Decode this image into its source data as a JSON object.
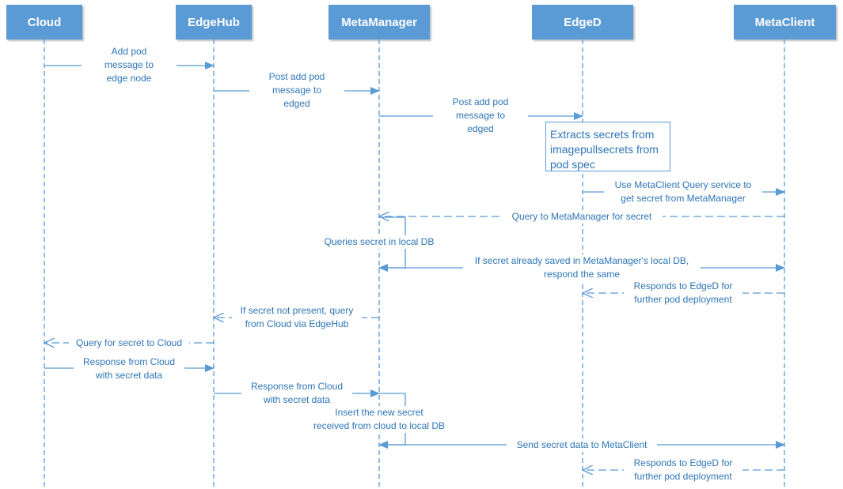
{
  "participants": [
    "Cloud",
    "EdgeHub",
    "MetaManager",
    "EdgeD",
    "MetaClient"
  ],
  "colors": {
    "participant_fill": "#5b9bd5",
    "line": "#5b9bd5",
    "text": "#2e75b6"
  },
  "note": [
    "Extracts secrets from",
    "imagepullsecrets from",
    "pod spec"
  ],
  "messages": [
    {
      "from": "Cloud",
      "to": "EdgeHub",
      "style": "solid",
      "text": [
        "Add pod",
        "message to",
        "edge node"
      ]
    },
    {
      "from": "EdgeHub",
      "to": "MetaManager",
      "style": "solid",
      "text": [
        "Post add pod",
        "message to",
        "edged"
      ]
    },
    {
      "from": "MetaManager",
      "to": "EdgeD",
      "style": "solid",
      "text": [
        "Post add pod",
        "message to",
        "edged"
      ]
    },
    {
      "from": "EdgeD",
      "to": "MetaClient",
      "style": "solid",
      "text": [
        "Use MetaClient Query service to",
        "get secret from MetaManager"
      ]
    },
    {
      "from": "MetaClient",
      "to": "MetaManager",
      "style": "dashed",
      "text": [
        "Query to MetaManager for secret"
      ]
    },
    {
      "from": "MetaManager",
      "to": "MetaManager",
      "style": "solid",
      "text": [
        "Queries secret in local DB"
      ]
    },
    {
      "from": "MetaManager",
      "to": "MetaClient",
      "style": "solid",
      "text": [
        "If secret already saved in MetaManager's local DB,",
        "respond the same"
      ]
    },
    {
      "from": "MetaClient",
      "to": "EdgeD",
      "style": "dashed",
      "text": [
        "Responds to EdgeD for",
        "further pod deployment"
      ]
    },
    {
      "from": "MetaManager",
      "to": "EdgeHub",
      "style": "dashed",
      "text": [
        "If secret not present, query",
        "from Cloud via EdgeHub"
      ]
    },
    {
      "from": "EdgeHub",
      "to": "Cloud",
      "style": "dashed",
      "text": [
        "Query for secret to Cloud"
      ]
    },
    {
      "from": "Cloud",
      "to": "EdgeHub",
      "style": "solid",
      "text": [
        "Response from Cloud",
        "with secret data"
      ]
    },
    {
      "from": "EdgeHub",
      "to": "MetaManager",
      "style": "solid",
      "text": [
        "Response from Cloud",
        "with secret data"
      ]
    },
    {
      "from": "MetaManager",
      "to": "MetaManager",
      "style": "solid",
      "text": [
        "Insert the new secret",
        "received from cloud to local DB"
      ]
    },
    {
      "from": "MetaManager",
      "to": "MetaClient",
      "style": "solid",
      "text": [
        "Send secret data to MetaClient"
      ]
    },
    {
      "from": "MetaClient",
      "to": "EdgeD",
      "style": "dashed",
      "text": [
        "Responds to EdgeD for",
        "further pod deployment"
      ]
    }
  ]
}
